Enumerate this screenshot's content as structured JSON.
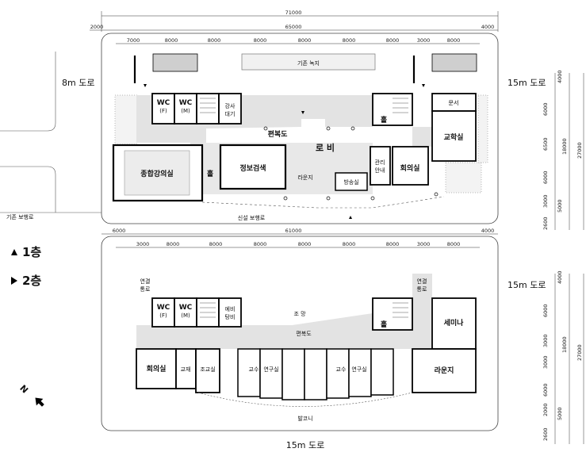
{
  "labels": {
    "dim_top_total": "71000",
    "dim_top_left": "2000",
    "dim_top_mid": "65000",
    "dim_top_right": "4000",
    "bay_7000": "7000",
    "bay_8000": "8000",
    "bay_3000": "3000",
    "road_8m": "8m 도로",
    "road_15m_1": "15m 도로",
    "road_15m_2": "15m 도로",
    "road_15m_bottom": "15m 도로",
    "existing_green": "기존 녹지",
    "existing_sidewalk": "기존 보행로",
    "new_sidewalk": "신설 보행로",
    "f1": {
      "wc_f": "WC\n(F)",
      "wc_m": "WC\n(M)",
      "lecturer_wait_1": "강사",
      "lecturer_wait_2": "대기",
      "corridor": "편복도",
      "lobby": "로 비",
      "hall_1": "홀",
      "hall_2": "홀",
      "docs": "문서",
      "teaching": "교학실",
      "auditorium": "종합강의실",
      "info_search": "정보검색",
      "lounge": "라운지",
      "broadcast": "방송실",
      "mgmt_1": "관리",
      "mgmt_2": "안내",
      "meeting": "회의실"
    },
    "f2": {
      "link_1": "연결",
      "link_2": "통로",
      "wc_f": "WC\n(F)",
      "wc_m": "WC\n(M)",
      "ev_1": "에비",
      "ev_2": "탕비",
      "view": "조 망",
      "corridor": "편복도",
      "hall": "홀",
      "seminar": "세미나",
      "meeting": "회의실",
      "teacher_room": "교재",
      "assist": "조교실",
      "prof1": "교수",
      "research1": "연구실",
      "prof2": "교수",
      "research2": "연구실",
      "lounge": "라운지",
      "balcony": "발코니"
    },
    "dim_second_left": "6000",
    "dim_second_mid": "61000",
    "dim_second_right": "4000",
    "right_dims": {
      "r4000": "4000",
      "r6000": "6000",
      "r6500": "6500",
      "r3000": "3000",
      "r5000": "5000",
      "r2600": "2600",
      "r18000": "18000",
      "r27000": "27000"
    },
    "right_dims2": {
      "r4000": "4000",
      "r6000": "6000",
      "r3000": "3000",
      "r6000b": "6000",
      "r5000": "5000",
      "r2000": "2000",
      "r2600": "2600",
      "r18000": "18000",
      "r27000": "27000"
    }
  },
  "legend": {
    "floor1": "1층",
    "floor2": "2층",
    "north": "N"
  }
}
